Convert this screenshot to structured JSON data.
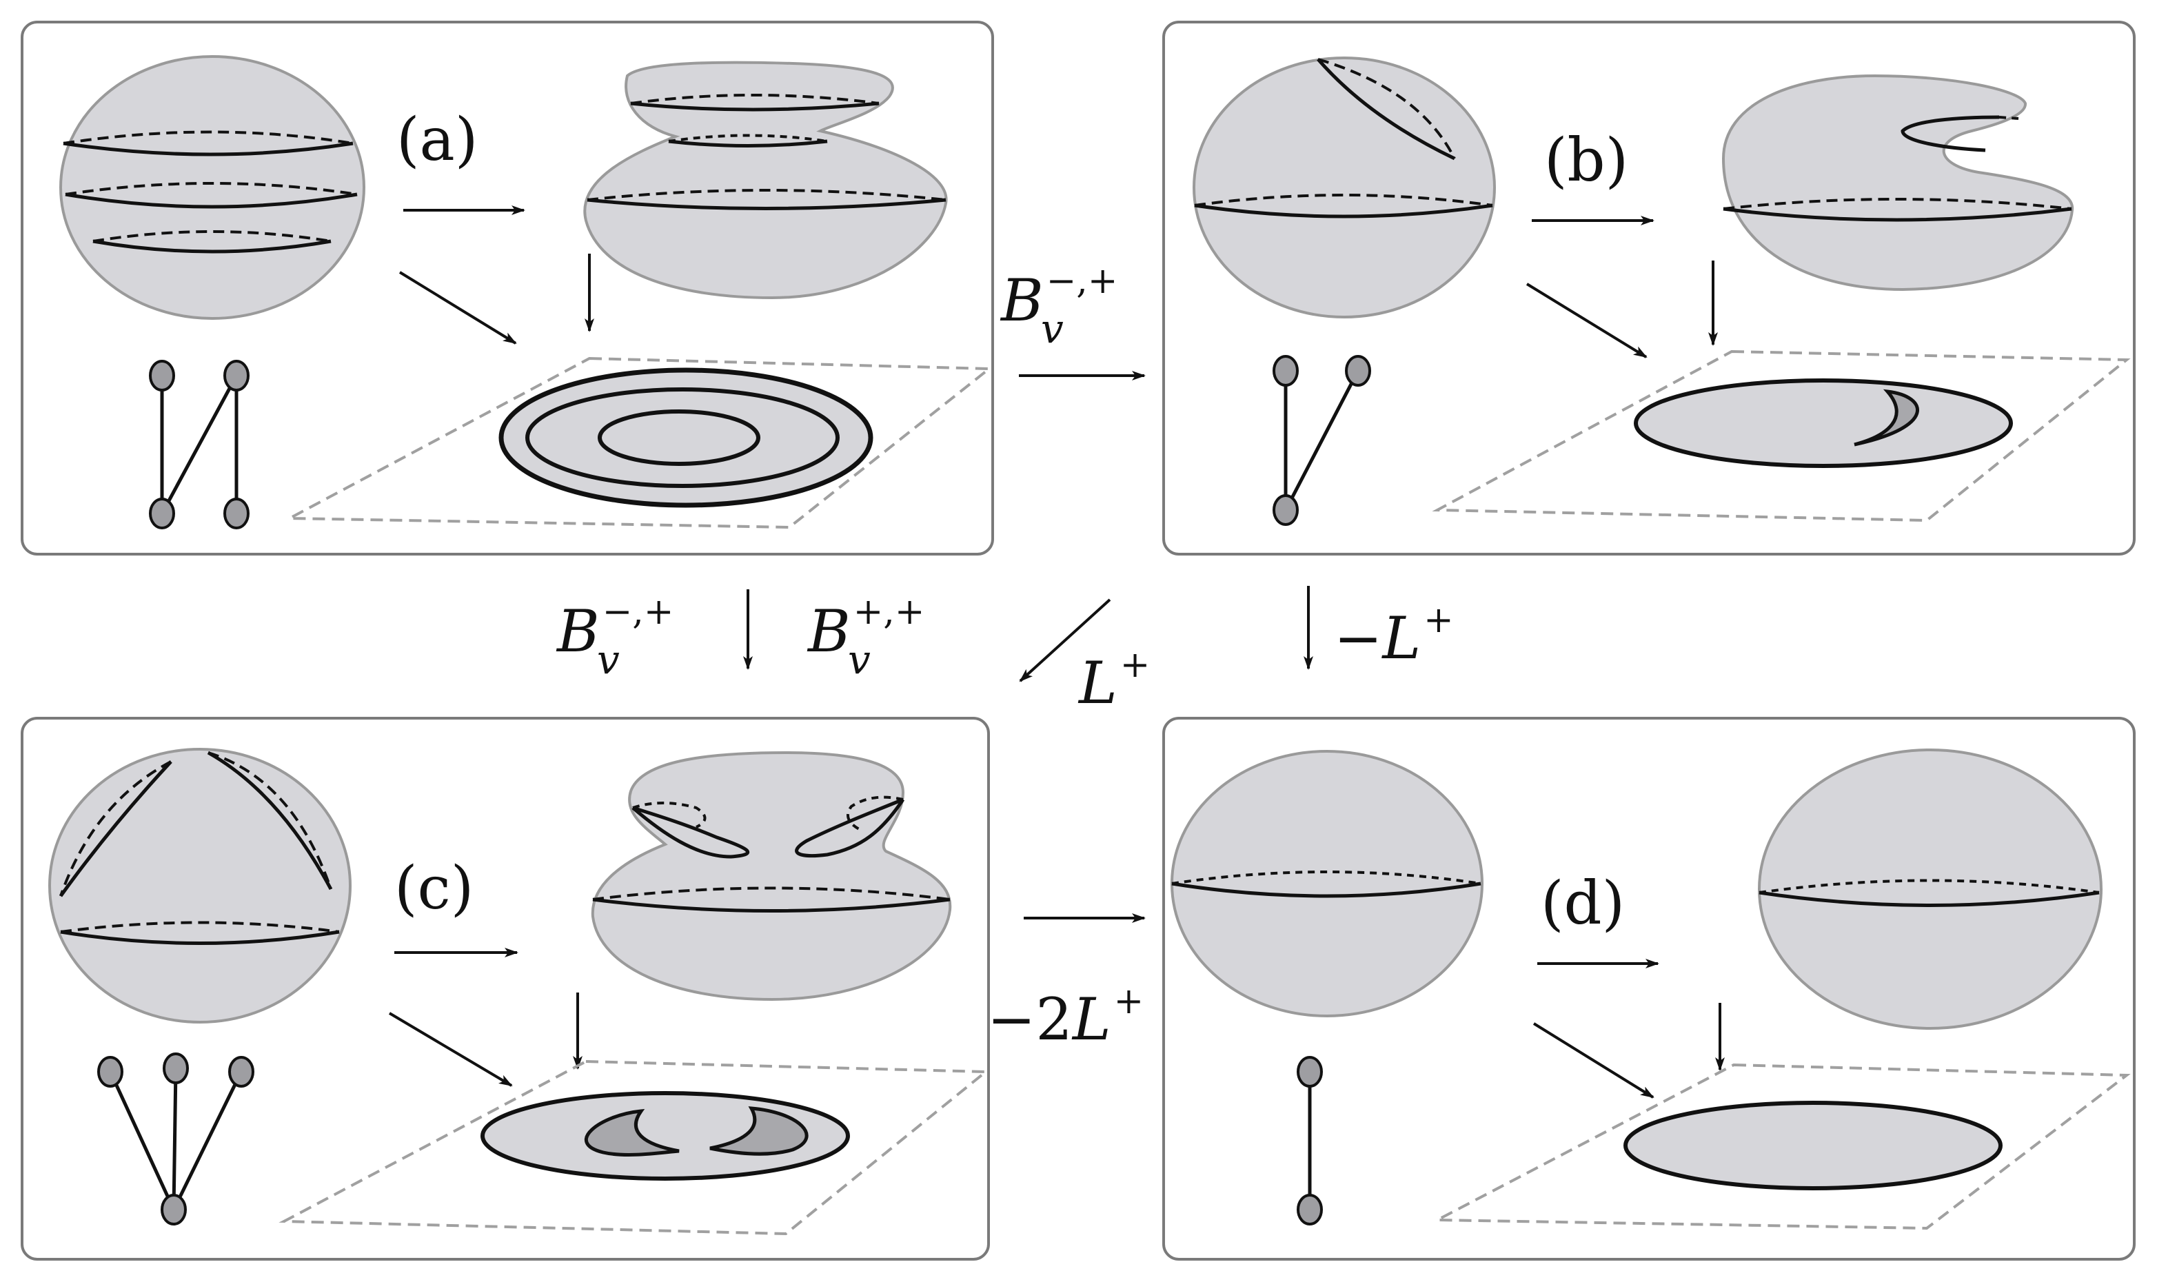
{
  "colors": {
    "surface_fill": "#d6d6da",
    "surface_edge": "#9a9a9a",
    "inner_region_fill": "#a8a8ac",
    "panel_border": "#7a7a7a",
    "plane_dash": "#a0a0a0",
    "curve": "#111111",
    "graph_node_fill": "#9e9ea2"
  },
  "panels": [
    {
      "id": "a",
      "label": "(a)",
      "tree_icon": "two-edge zigzag tree, 4 nodes",
      "image_icon": "three concentric circles"
    },
    {
      "id": "b",
      "label": "(b)",
      "tree_icon": "V-shaped tree, 3 nodes",
      "image_icon": "disk with one crescent"
    },
    {
      "id": "c",
      "label": "(c)",
      "tree_icon": "three-leaf star tree, 4 nodes",
      "image_icon": "disk with two crescents"
    },
    {
      "id": "d",
      "label": "(d)",
      "tree_icon": "single edge, 2 nodes",
      "image_icon": "plain disk"
    }
  ],
  "transitions": {
    "a_to_b": {
      "base": "B",
      "sub": "v",
      "sup": "−,+"
    },
    "a_to_c_left": {
      "base": "B",
      "sub": "v",
      "sup": "−,+"
    },
    "a_to_c_right": {
      "base": "B",
      "sub": "v",
      "sup": "+,+"
    },
    "b_to_c": {
      "base": "L",
      "sup": "+"
    },
    "b_to_d": {
      "prefix": "−",
      "base": "L",
      "sup": "+"
    },
    "c_to_d": {
      "prefix": "−2",
      "base": "L",
      "sup": "+"
    }
  }
}
